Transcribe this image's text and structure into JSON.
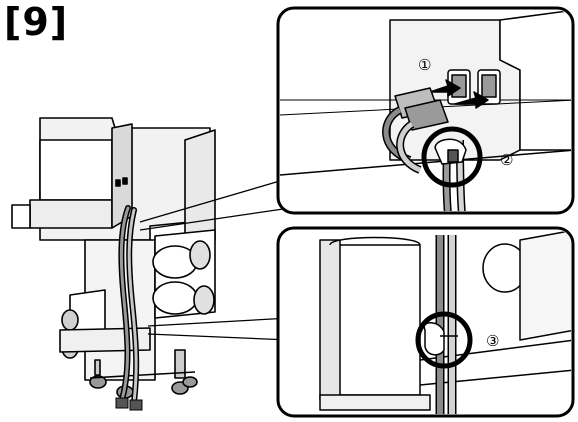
{
  "step_label": "[9]",
  "callouts": {
    "c1": "①",
    "c2": "②",
    "c3": "③"
  },
  "colors": {
    "line": "#000000",
    "panel_fill": "#ffffff",
    "shade_light": "#e6e6e6",
    "shade_mid": "#bdbdbd",
    "shade_dark": "#7a7a7a",
    "highlight_ring": "#000000"
  }
}
